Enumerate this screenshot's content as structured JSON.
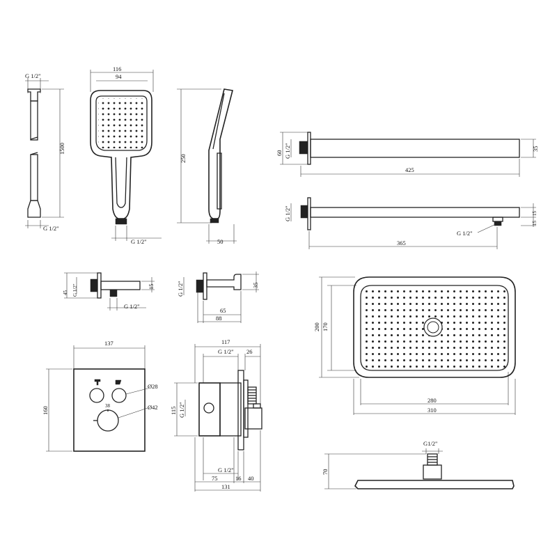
{
  "hose": {
    "top_thread": "G 1/2\"",
    "length": "1500",
    "bottom_thread": "G 1/2\""
  },
  "hand_shower_front": {
    "outer_square": "116",
    "inner_square": "94",
    "thread": "G 1/2\""
  },
  "hand_shower_side": {
    "height": "250",
    "depth": "50"
  },
  "arm_top": {
    "flange": "60",
    "thread": "G 1/2\"",
    "thickness": "35",
    "length": "425"
  },
  "arm_bottom": {
    "thread": "G 1/2\"",
    "thickness_a": "15",
    "thickness_b": "15",
    "outlet_thread": "G 1/2\"",
    "length": "365"
  },
  "wall_outlet": {
    "flange": "45",
    "thread": "G 1/2\"",
    "height": "15",
    "outlet_thread": "G 1/2\""
  },
  "holder": {
    "thread": "G 1/2\"",
    "height": "35",
    "depth_inner": "65",
    "depth_outer": "88"
  },
  "overhead_top": {
    "height_outer": "200",
    "height_inner": "170",
    "width_inner": "280",
    "width_outer": "310"
  },
  "overhead_side": {
    "thread": "G1/2\"",
    "height": "70"
  },
  "mixer_front": {
    "width": "137",
    "height": "160",
    "knob_small": "Ø28",
    "knob_large": "Ø42",
    "temp_mark": "38"
  },
  "mixer_side": {
    "width": "117",
    "thread_top": "G 1/2\"",
    "cap": "26",
    "height": "115",
    "side_thread": "G 1/2\"",
    "thread_bottom": "G 1/2\"",
    "body": "75",
    "plate": "16",
    "handle": "40",
    "total": "131"
  }
}
